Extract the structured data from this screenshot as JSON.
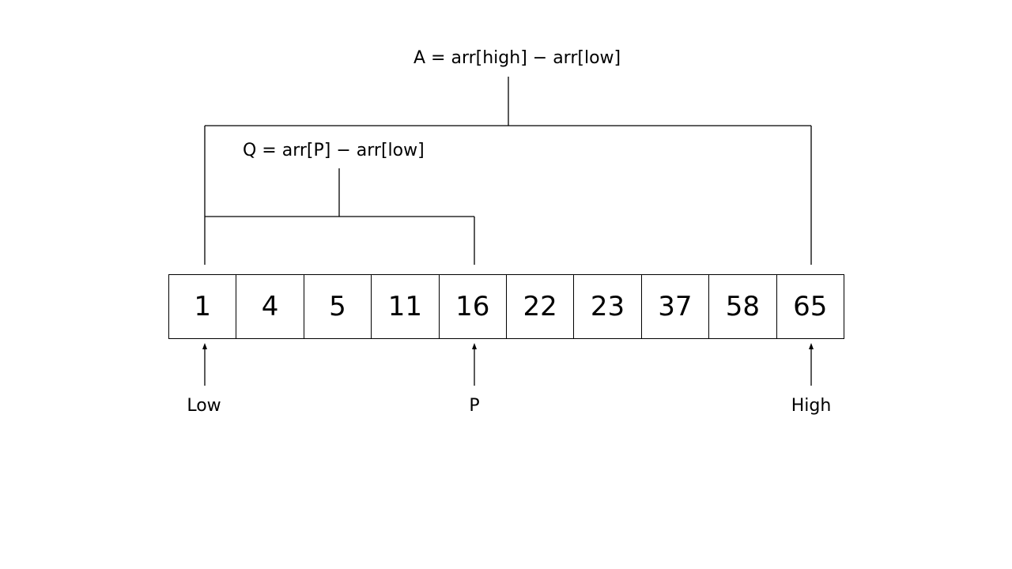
{
  "formulas": {
    "a": "A = arr[high] − arr[low]",
    "q": "Q = arr[P] − arr[low]"
  },
  "array": {
    "values": [
      "1",
      "4",
      "5",
      "11",
      "16",
      "22",
      "23",
      "37",
      "58",
      "65"
    ]
  },
  "pointers": {
    "low": "Low",
    "p": "P",
    "high": "High"
  }
}
